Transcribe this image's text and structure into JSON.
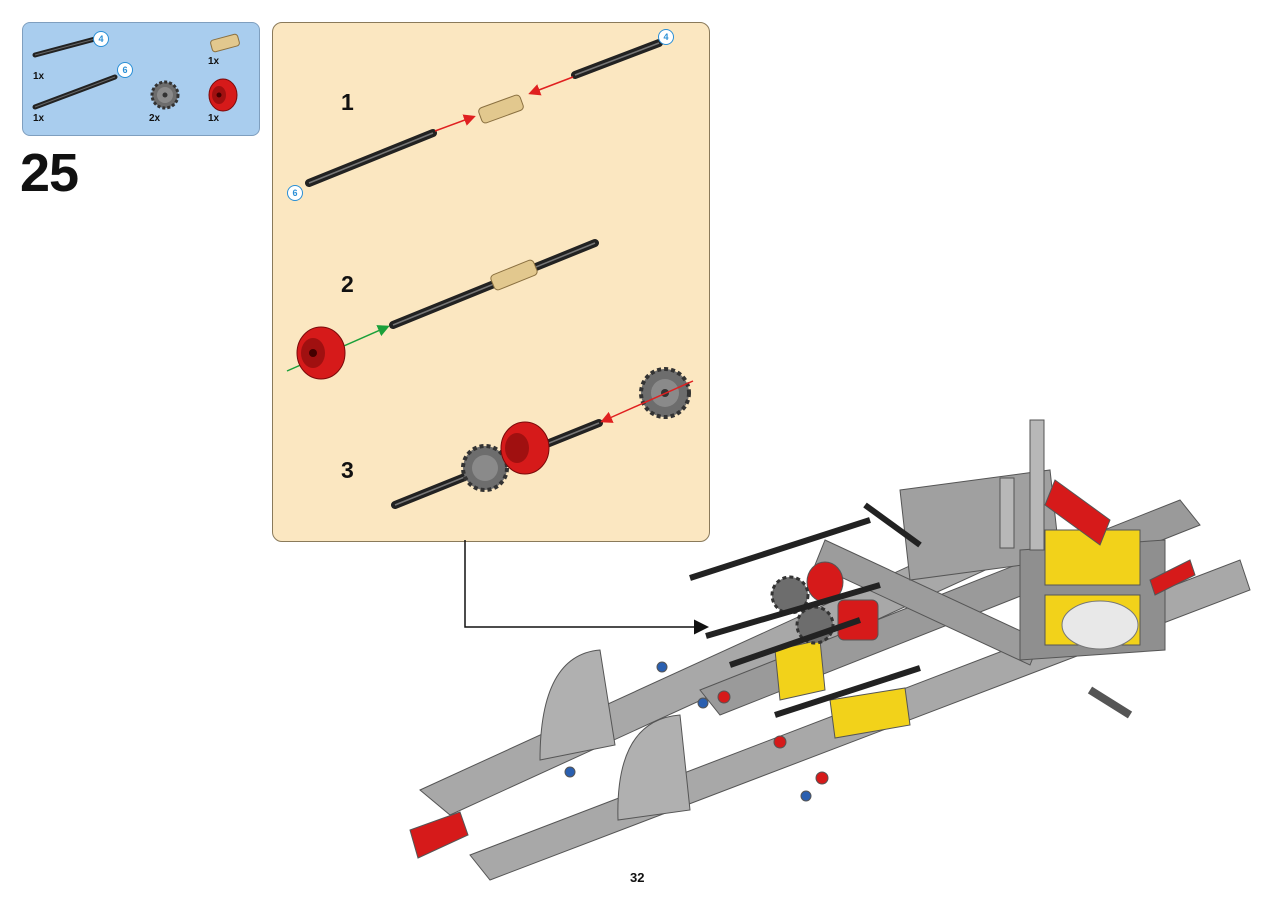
{
  "parts_list": {
    "items": [
      {
        "qty": "1x",
        "part": "axle",
        "length": "4"
      },
      {
        "qty": "1x",
        "part": "axle",
        "length": "6"
      },
      {
        "qty": "2x",
        "part": "gear-icon"
      },
      {
        "qty": "1x",
        "part": "axle-connector"
      },
      {
        "qty": "1x",
        "part": "red-hub"
      }
    ]
  },
  "step": {
    "number": "25"
  },
  "substeps": {
    "labels": [
      "1",
      "2",
      "3"
    ],
    "length_badges": [
      "4",
      "6"
    ]
  },
  "page": {
    "number": "32"
  },
  "colors": {
    "parts_box_bg": "#a9cdee",
    "substep_bg": "#fbe7c1",
    "arrow_red": "#e02020",
    "arrow_green": "#1aa03a",
    "length_badge": "#2a8fd6",
    "brick_gray": "#a8a8a8",
    "brick_red": "#d61a1a",
    "brick_yellow": "#f2d21a",
    "brick_tan": "#e2c88e"
  }
}
